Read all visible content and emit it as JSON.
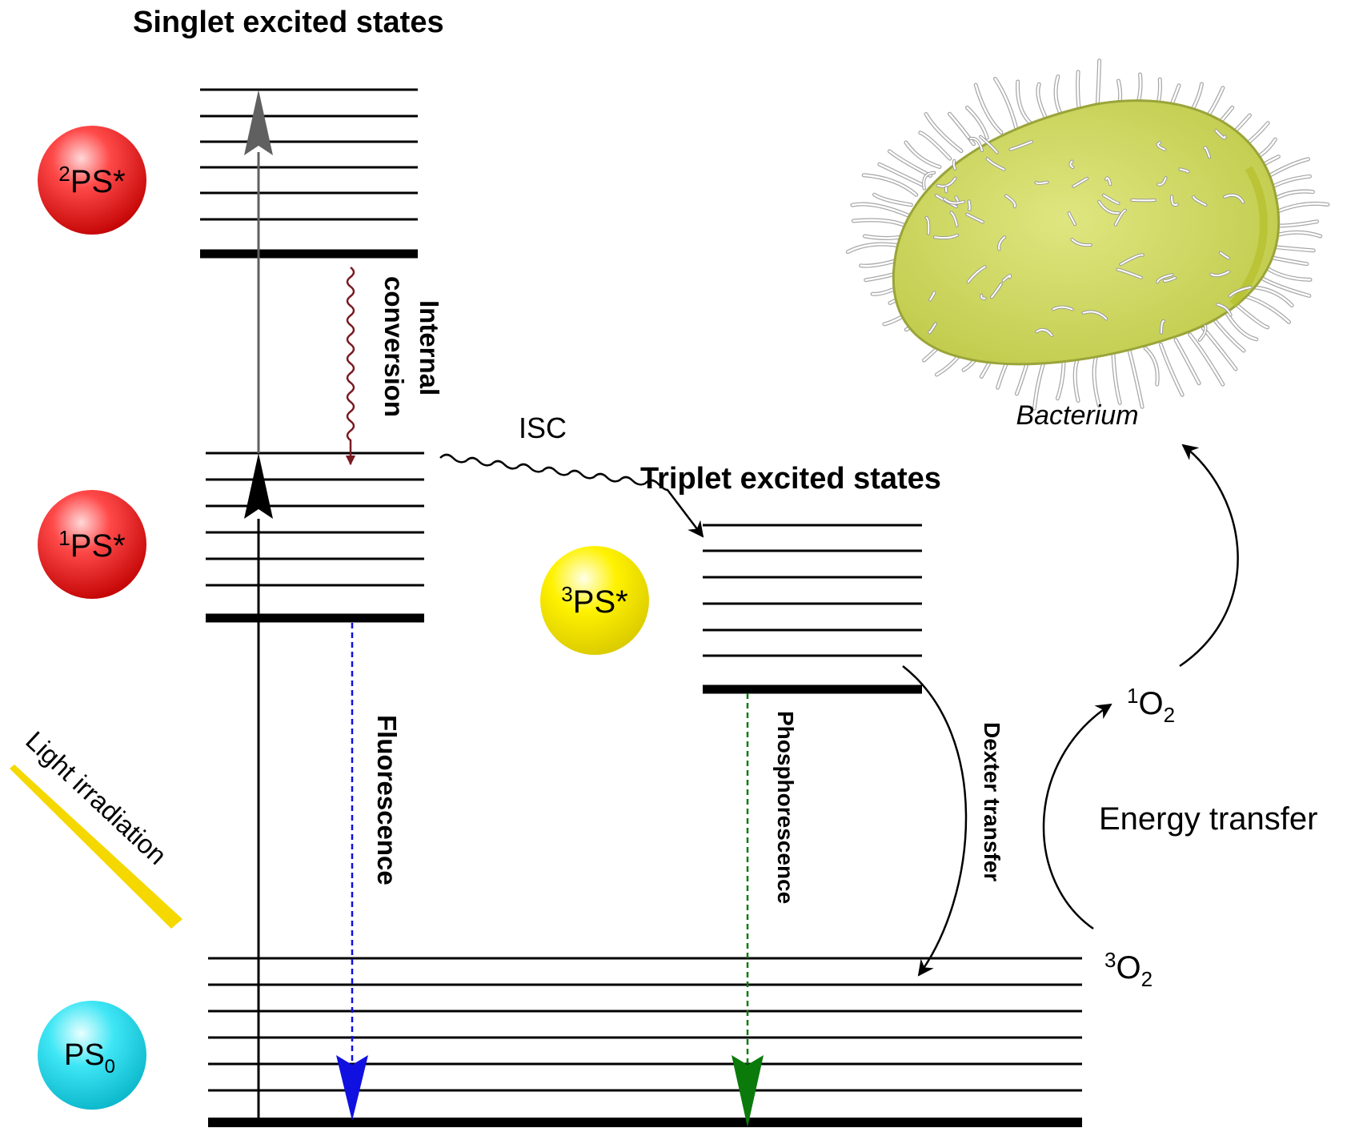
{
  "titles": {
    "singlet": "Singlet excited states",
    "triplet": "Triplet excited states"
  },
  "states": {
    "s2": {
      "sup": "2",
      "base": "PS*",
      "color": "#e8141a"
    },
    "s1": {
      "sup": "1",
      "base": "PS*",
      "color": "#e8141a"
    },
    "t1": {
      "sup": "3",
      "base": "PS*",
      "color": "#f2ea00"
    },
    "s0": {
      "base": "PS",
      "sub": "0",
      "color": "#22d4e8"
    }
  },
  "processes": {
    "internal_conversion_line1": "Internal",
    "internal_conversion_line2": "conversion",
    "isc": "ISC",
    "fluorescence": "Fluorescence",
    "phosphorescence": "Phosphorescence",
    "dexter": "Dexter transfer",
    "light": "Light irradiation",
    "energy_transfer": "Energy transfer"
  },
  "oxygen": {
    "triplet": {
      "sup": "3",
      "base": "O",
      "sub": "2"
    },
    "singlet": {
      "sup": "1",
      "base": "O",
      "sub": "2"
    }
  },
  "bacterium_label": "Bacterium",
  "colors": {
    "fluorescence": "#1010e0",
    "phosphorescence": "#0a7a0a",
    "internal_conversion": "#7a1a22",
    "excitation_upper": "#606060",
    "light_beam": "#f5d800",
    "bacterium_fill": "#cfd85a"
  }
}
